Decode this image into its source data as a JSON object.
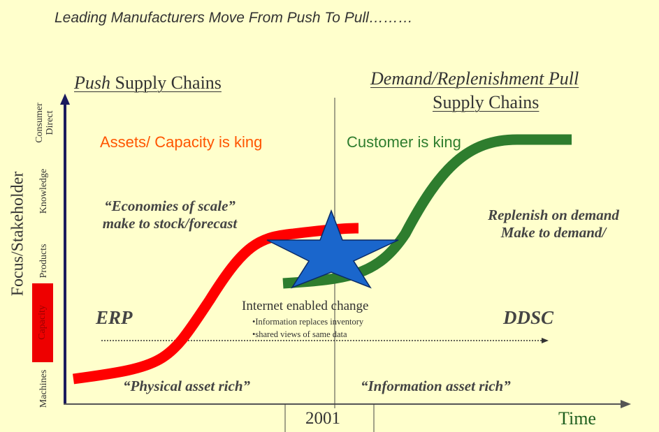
{
  "title": "Leading Manufacturers Move From Push To Pull………",
  "push_heading": {
    "italic": "Push",
    "rest": " Supply Chains"
  },
  "pull_heading": {
    "line1": "Demand/Replenishment Pull",
    "line2": "Supply Chains"
  },
  "assets_label": "Assets/ Capacity is king",
  "customer_label": "Customer is king",
  "economies": {
    "line1": "“Economies of scale”",
    "line2": "make to stock/forecast"
  },
  "replenish": {
    "line1": "Replenish on demand",
    "line2": "Make to demand/"
  },
  "erp": "ERP",
  "ddsc": "DDSC",
  "internet": {
    "title": "Internet enabled change",
    "bullets": [
      "•Information replaces inventory",
      "•shared views of same data"
    ]
  },
  "physical": "“Physical asset rich”",
  "information": "“Information asset rich”",
  "y_axis": {
    "title": "Focus/Stakeholder",
    "levels": [
      "Machines",
      "Capacity",
      "Products",
      "Knowledge",
      "Consumer Direct"
    ]
  },
  "x_axis": {
    "title": "Time",
    "tick": "2001"
  },
  "colors": {
    "red": "#ff0000",
    "green": "#2e7d2e",
    "orange": "#ff5500",
    "star": "#1a66cc",
    "axis": "#1a1a5e",
    "capacity_box": "#ee0000",
    "time": "#1e5e1e"
  }
}
